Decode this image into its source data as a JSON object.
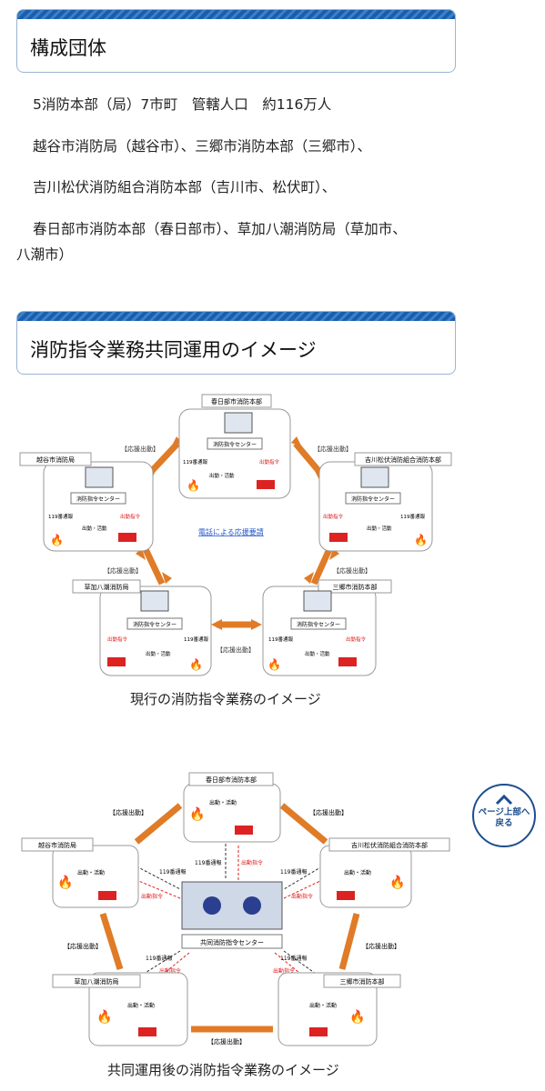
{
  "section1": {
    "title": "構成団体"
  },
  "members": {
    "summary": "5消防本部（局）7市町　管轄人口　約116万人",
    "line1": "越谷市消防局（越谷市）、三郷市消防本部（三郷市）、",
    "line2": "吉川松伏消防組合消防本部（吉川市、松伏町）、",
    "line3a": "春日部市消防本部（春日部市）、草加八潮消防局（草加市、",
    "line3b": "八潮市）"
  },
  "section2": {
    "title": "消防指令業務共同運用のイメージ"
  },
  "diagram1": {
    "caption": "現行の消防指令業務のイメージ",
    "kasukabe": "春日部市消防本部",
    "koshigaya": "越谷市消防局",
    "yoshikawa": "吉川松伏消防組合消防本部",
    "soka": "草加八潮消防局",
    "misato": "三郷市消防本部",
    "center": "消防指令センター",
    "call": "119番通報",
    "dispatch": "出動指令",
    "activity": "出動・活動",
    "support": "【応援出動】",
    "phone_request": "電話による応援要請",
    "sign": "119"
  },
  "diagram2": {
    "caption": "共同運用後の消防指令業務のイメージ",
    "kasukabe": "春日部市消防本部",
    "koshigaya": "越谷市消防局",
    "yoshikawa": "吉川松伏消防組合消防本部",
    "soka": "草加八潮消防局",
    "misato": "三郷市消防本部",
    "center": "共同消防指令センター",
    "call": "119番通報",
    "dispatch": "出動指令",
    "activity": "出動・活動",
    "support": "【応援出動】",
    "sign": "119"
  },
  "page_top": {
    "line1": "ページ上部へ",
    "line2": "戻る"
  },
  "colors": {
    "accent_blue": "#1b5ea8",
    "arrow_orange": "#e07b27",
    "red": "#e02020"
  }
}
